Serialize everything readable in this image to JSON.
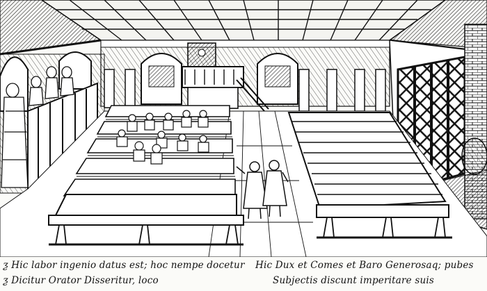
{
  "artwork": {
    "ink_color": "#111111",
    "paper_color": "#fbfbf8"
  },
  "captions": {
    "left_line_1": "ƺ Hic labor ingenio datus est; hoc nempe docetur",
    "left_line_2": "ƺ Dicitur Orator Disseritur, loco",
    "right_line_1": "Hic Dux et Comes et Baro Generosaq; pubes",
    "right_line_2": "Subjectis discunt imperitare suis"
  }
}
